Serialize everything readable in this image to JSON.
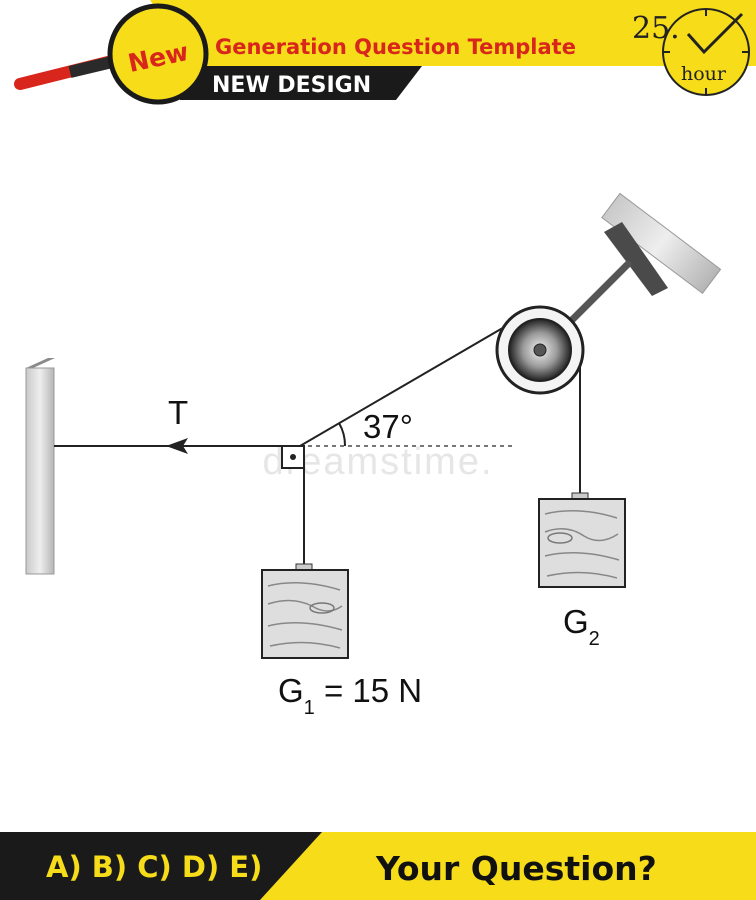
{
  "header": {
    "badge": "New",
    "title": "Generation Question Template",
    "subtitle": "NEW DESIGN",
    "timer_number": "25.",
    "timer_unit": "hour"
  },
  "diagram": {
    "tension_label": "T",
    "angle_label": "37°",
    "weight1_label": "G",
    "weight1_sub": "1",
    "weight1_value": " = 15 N",
    "weight2_label": "G",
    "weight2_sub": "2"
  },
  "watermark": "dreamstime.",
  "footer": {
    "options": "A) B) C) D) E)",
    "question": "Your Question?"
  },
  "colors": {
    "yellow": "#f6dc19",
    "red": "#d9261c",
    "black": "#1a1a1a"
  }
}
